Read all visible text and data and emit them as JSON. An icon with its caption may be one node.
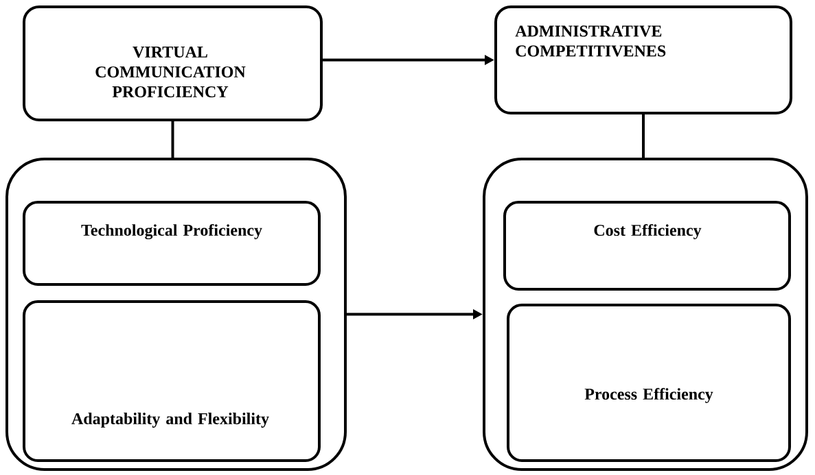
{
  "diagram": {
    "nodes": [
      {
        "text": [
          "VIRTUAL COMMUNICATION PROFICIENCY"
        ]
      },
      {
        "text": [
          "ADMINISTRATIVE COMPETITIVENES"
        ]
      },
      {
        "text": [],
        "shape": "box"
      },
      {
        "text": [
          "Technological Proficiency"
        ],
        "in": 2
      },
      {
        "text": [
          "Adaptability and Flexibility"
        ],
        "in": 2
      },
      {
        "text": [],
        "shape": "box"
      },
      {
        "text": [
          "Cost Efficiency"
        ],
        "in": 5
      },
      {
        "text": [
          "Process Efficiency"
        ],
        "in": 5
      }
    ],
    "edges": [
      {
        "from": 0,
        "to": 1,
        "arrow": "to"
      },
      {
        "from": 0,
        "to": 2,
        "arrow": "none"
      },
      {
        "from": 1,
        "to": 5,
        "arrow": "none"
      },
      {
        "from": 2,
        "to": 5,
        "arrow": "to"
      }
    ]
  }
}
